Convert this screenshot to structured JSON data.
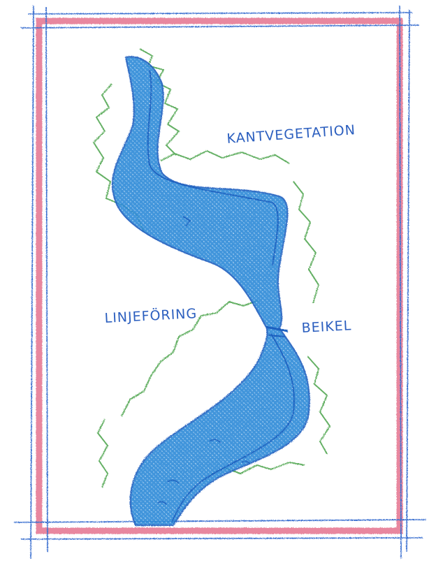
{
  "sketch": {
    "labels": {
      "vegetation": "KANTVEGETATION",
      "riverbed": "LINJEFÖRING",
      "bend": "BEIKEL"
    },
    "colors": {
      "paper": "#ffffff",
      "frame_outer": "#e0607e",
      "frame_pencil": "#3a6fd0",
      "water": "#2f8ad8",
      "water_outline": "#1f5fbf",
      "vegetation": "#4aa34a",
      "text": "#2c5fbf"
    }
  }
}
